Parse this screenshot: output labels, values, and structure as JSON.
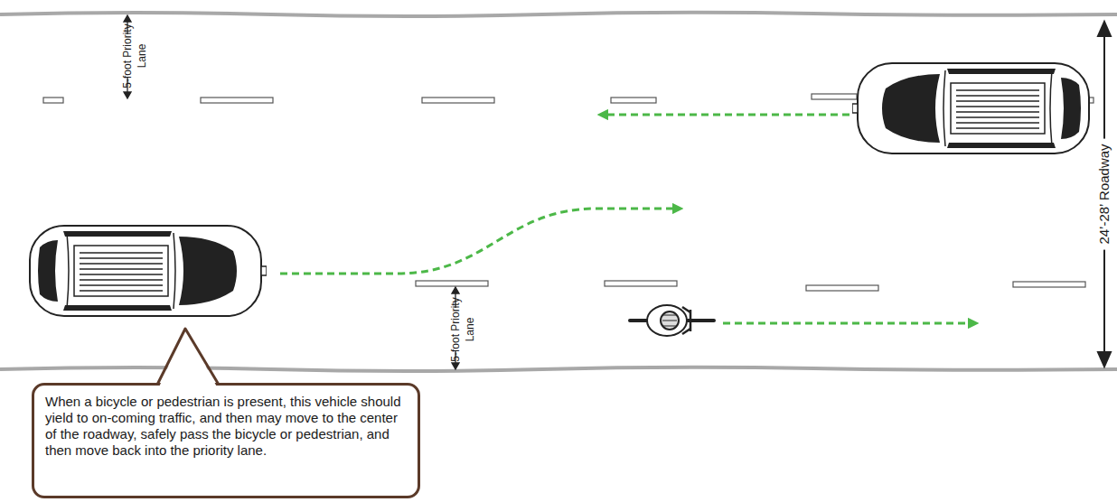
{
  "diagram": {
    "nodes": [
      {
        "text": [
          "When a bicycle or pedestrian is present, this vehicle should yield to on-coming traffic, and then may move to the center of the roadway, safely pass the bicycle or pedestrian, and then move back into the priority lane."
        ]
      }
    ],
    "labels": [
      "5-foot Priority Lane",
      "5-foot Priority Lane",
      "24’-28’ Roadway"
    ]
  }
}
